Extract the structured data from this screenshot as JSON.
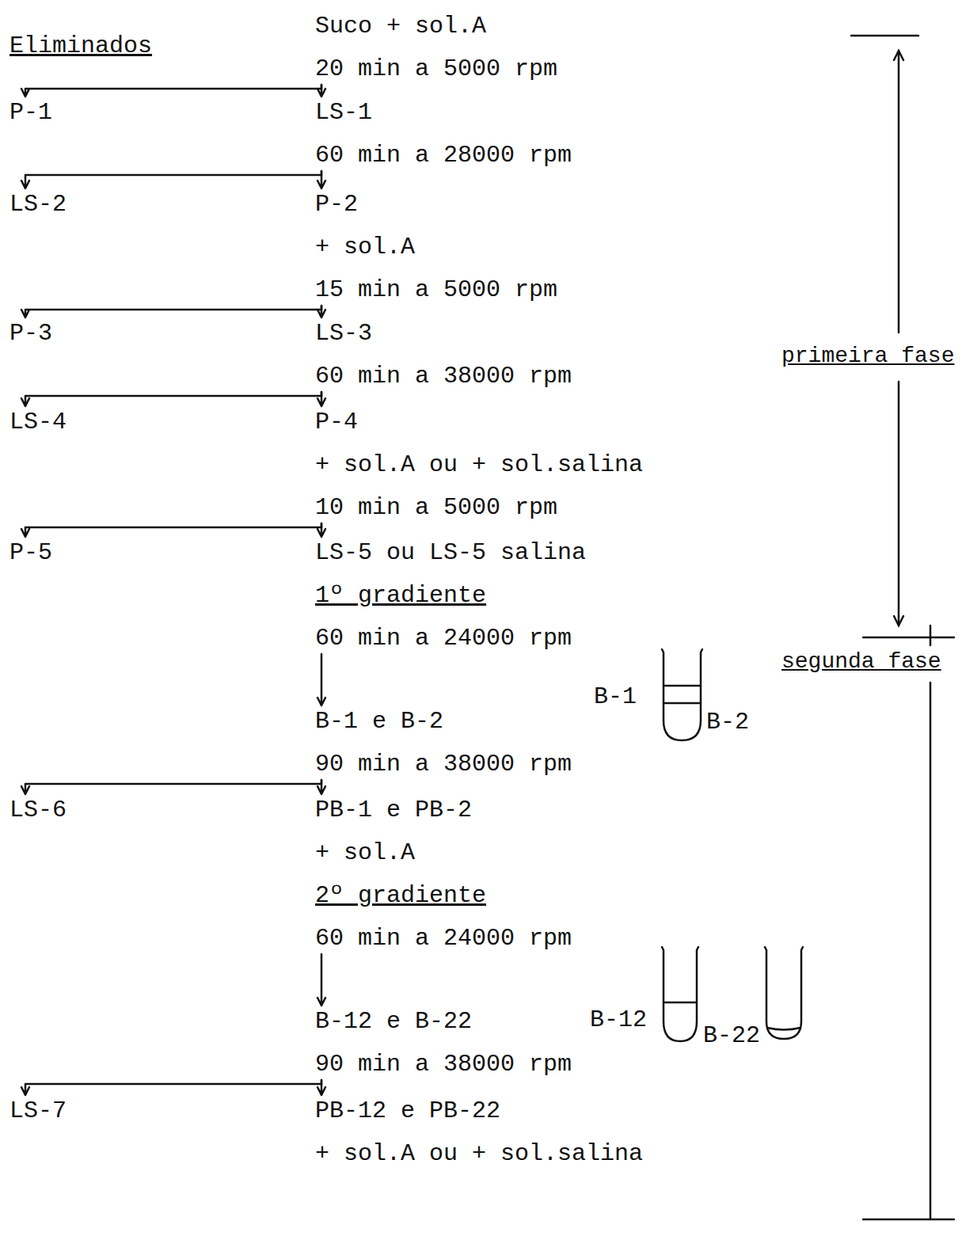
{
  "diagram": {
    "nodes": [
      {
        "text": [
          "Suco + sol.A",
          "20 min a 5000 rpm"
        ]
      },
      {
        "text": [
          "P-1"
        ]
      },
      {
        "text": [
          "LS-1",
          "60 min a 28000 rpm"
        ]
      },
      {
        "text": [
          "LS-2"
        ]
      },
      {
        "text": [
          "P-2",
          "+ sol.A",
          "15 min a 5000 rpm"
        ]
      },
      {
        "text": [
          "P-3"
        ]
      },
      {
        "text": [
          "LS-3",
          "60 min a 38000 rpm"
        ]
      },
      {
        "text": [
          "LS-4"
        ]
      },
      {
        "text": [
          "P-4",
          "+ sol.A ou + sol.salina",
          "10 min a 5000 rpm"
        ]
      },
      {
        "text": [
          "P-5"
        ]
      },
      {
        "text": [
          "LS-5 ou LS-5 salina",
          "1º gradiente",
          "60 min a 24000 rpm"
        ]
      },
      {
        "text": [
          "B-1  e  B-2",
          "90 min a 38000 rpm"
        ]
      },
      {
        "text": [
          "LS-6"
        ]
      },
      {
        "text": [
          "PB-1  e  PB-2",
          "+ sol.A",
          "2º gradiente",
          "60 min a 24000 rpm"
        ]
      },
      {
        "text": [
          "B-12  e  B-22",
          "90 min a 38000 rpm"
        ]
      },
      {
        "text": [
          "LS-7"
        ]
      },
      {
        "text": [
          "PB-12 e PB-22",
          "+ sol.A ou + sol.salina"
        ]
      }
    ],
    "edges": [
      {
        "from": 0,
        "to": 1,
        "arrow": "to"
      },
      {
        "from": 0,
        "to": 2,
        "arrow": "to"
      },
      {
        "from": 2,
        "to": 3,
        "arrow": "to"
      },
      {
        "from": 2,
        "to": 4,
        "arrow": "to"
      },
      {
        "from": 4,
        "to": 5,
        "arrow": "to"
      },
      {
        "from": 4,
        "to": 6,
        "arrow": "to"
      },
      {
        "from": 6,
        "to": 7,
        "arrow": "to"
      },
      {
        "from": 6,
        "to": 8,
        "arrow": "to"
      },
      {
        "from": 8,
        "to": 9,
        "arrow": "to"
      },
      {
        "from": 8,
        "to": 10,
        "arrow": "to"
      },
      {
        "from": 10,
        "to": 11,
        "arrow": "to"
      },
      {
        "from": 11,
        "to": 12,
        "arrow": "to"
      },
      {
        "from": 11,
        "to": 13,
        "arrow": "to"
      },
      {
        "from": 13,
        "to": 14,
        "arrow": "to"
      },
      {
        "from": 14,
        "to": 15,
        "arrow": "to"
      },
      {
        "from": 14,
        "to": 16,
        "arrow": "to"
      }
    ],
    "labels": [
      "Eliminados",
      "primeira fase",
      "B-1",
      "B-2",
      "segunda fase",
      "B-12",
      "B-22"
    ]
  }
}
